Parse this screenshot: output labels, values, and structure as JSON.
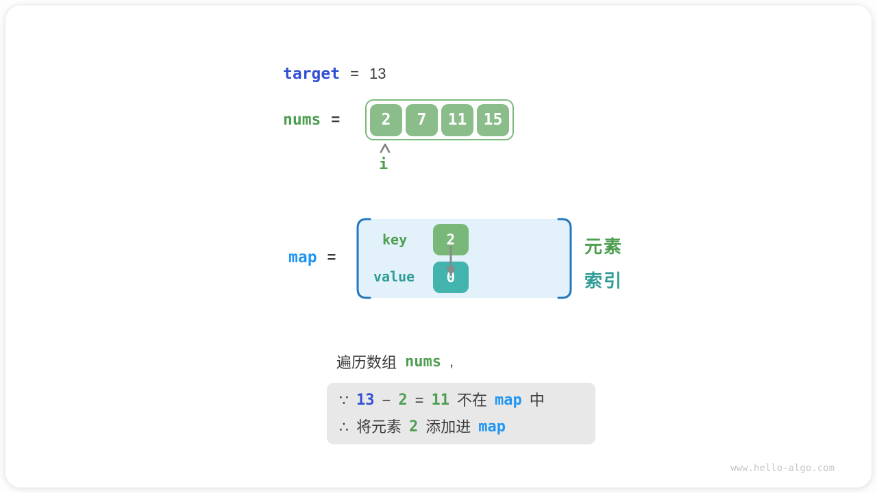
{
  "colors": {
    "royal_blue": "#3150d2",
    "map_blue": "#2196f3",
    "green": "#4e9e50",
    "teal": "#2f9d96",
    "cell_green": "#8abd8a",
    "array_border_green": "#7cb87c",
    "key_box_green": "#7ab87a",
    "value_box_teal": "#42b3ad",
    "map_fill_blue": "#e3f1fb",
    "map_bracket_blue": "#2278c0",
    "dark_text": "#3c3c3c",
    "pointer_gray": "#808080",
    "conclusion_bg": "#e8e8e8",
    "watermark_gray": "#c6c6c6"
  },
  "target_row": {
    "label": "target",
    "equals": "=",
    "value": "13"
  },
  "nums_row": {
    "label": "nums",
    "equals": "=",
    "cells": [
      "2",
      "7",
      "11",
      "15"
    ],
    "pointer_label": "i"
  },
  "map_row": {
    "label": "map",
    "equals": "=",
    "key_label": "key",
    "key_value": "2",
    "value_label": "value",
    "value_value": "0",
    "element_label": "元素",
    "index_label": "索引"
  },
  "caption": {
    "tokens": [
      {
        "text": "遍历数组",
        "style": "plain"
      },
      {
        "text": "nums",
        "style": "greencode"
      },
      {
        "text": ",",
        "style": "plain"
      }
    ]
  },
  "conclusion": {
    "lines": [
      [
        {
          "text": "∵",
          "style": "plain"
        },
        {
          "text": "13",
          "style": "blue"
        },
        {
          "text": "−",
          "style": "plain"
        },
        {
          "text": "2",
          "style": "green"
        },
        {
          "text": "=",
          "style": "plain"
        },
        {
          "text": "11",
          "style": "green"
        },
        {
          "text": "不在",
          "style": "plain"
        },
        {
          "text": "map",
          "style": "mapblue"
        },
        {
          "text": "中",
          "style": "plain"
        }
      ],
      [
        {
          "text": "∴",
          "style": "plain"
        },
        {
          "text": "将元素",
          "style": "plain"
        },
        {
          "text": "2",
          "style": "green"
        },
        {
          "text": "添加进",
          "style": "plain"
        },
        {
          "text": "map",
          "style": "mapblue"
        }
      ]
    ]
  },
  "footer": {
    "watermark": "www.hello-algo.com"
  }
}
